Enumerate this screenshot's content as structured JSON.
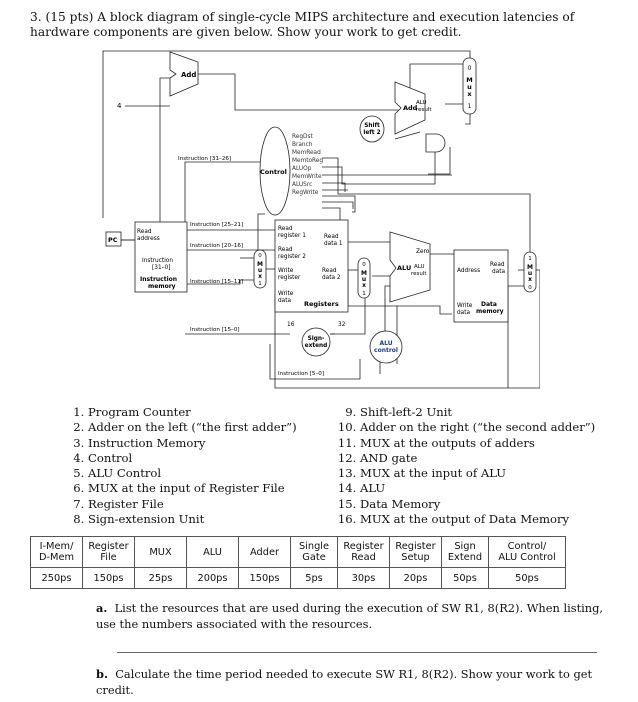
{
  "question": {
    "intro": "3. (15 pts) A block diagram of single-cycle MIPS architecture and execution latencies of hardware components are given below. Show your work to get credit."
  },
  "diagram": {
    "add_label": "Add",
    "alu_add_label": "Add",
    "alu_result_label": "ALU result",
    "shift_left_label": "Shift left 2",
    "four_label": "4",
    "pc_label": "PC",
    "read_address_label": "Read address",
    "instruction_label": "Instruction [31–0]",
    "instruction_memory_label": "Instruction memory",
    "control_label": "Control",
    "control_signals": [
      "RegDst",
      "Branch",
      "MemRead",
      "MemtoReg",
      "ALUOp",
      "MemWrite",
      "ALUSrc",
      "RegWrite"
    ],
    "instr_31_26": "Instruction [31–26]",
    "instr_25_21": "Instruction [25–21]",
    "instr_20_16": "Instruction [20–16]",
    "instr_15_11": "Instruction [15–11]",
    "instr_15_0": "Instruction [15–0]",
    "instr_5_0": "Instruction [5–0]",
    "read_register_1": "Read register 1",
    "read_register_2": "Read register 2",
    "write_register": "Write register",
    "write_data": "Write data",
    "read_data_1": "Read data 1",
    "read_data_2": "Read data 2",
    "registers_label": "Registers",
    "sixteen": "16",
    "thirtytwo": "32",
    "sign_extend_label": "Sign-extend",
    "alu_control_label": "ALU control",
    "zero_label": "Zero",
    "alu_label": "ALU",
    "alu_result_main": "ALU result",
    "address_label": "Address",
    "read_data_label": "Read data",
    "write_data_mem": "Write data",
    "data_memory_label": "Data memory",
    "mux_label": "Mux",
    "zero": "0",
    "one": "1"
  },
  "resources_left": [
    "Program Counter",
    "Adder on the left (“the first adder”)",
    "Instruction Memory",
    "Control",
    "ALU Control",
    "MUX at the input of Register File",
    "Register File",
    "Sign-extension Unit"
  ],
  "resources_right": [
    "Shift-left-2 Unit",
    "Adder on the right (“the second adder”)",
    "MUX at the outputs of adders",
    "AND gate",
    "MUX at the input of ALU",
    "ALU",
    "Data Memory",
    "MUX at the output of Data Memory"
  ],
  "latency_table": {
    "headers": [
      [
        "I-Mem/",
        "D-Mem"
      ],
      [
        "Register",
        "File"
      ],
      [
        "MUX",
        ""
      ],
      [
        "ALU",
        ""
      ],
      [
        "Adder",
        ""
      ],
      [
        "Single",
        "Gate"
      ],
      [
        "Register",
        "Read"
      ],
      [
        "Register",
        "Setup"
      ],
      [
        "Sign",
        "Extend"
      ],
      [
        "Control/",
        "ALU Control"
      ]
    ],
    "values": [
      "250ps",
      "150ps",
      "25ps",
      "200ps",
      "150ps",
      "5ps",
      "30ps",
      "20ps",
      "50ps",
      "50ps"
    ]
  },
  "part_a": {
    "label": "a.",
    "text": "List the resources that are used during the execution of SW R1, 8(R2). When listing, use the numbers associated with the resources."
  },
  "part_b": {
    "label": "b.",
    "text": "Calculate the time period needed to execute SW R1, 8(R2). Show your work to get credit."
  }
}
